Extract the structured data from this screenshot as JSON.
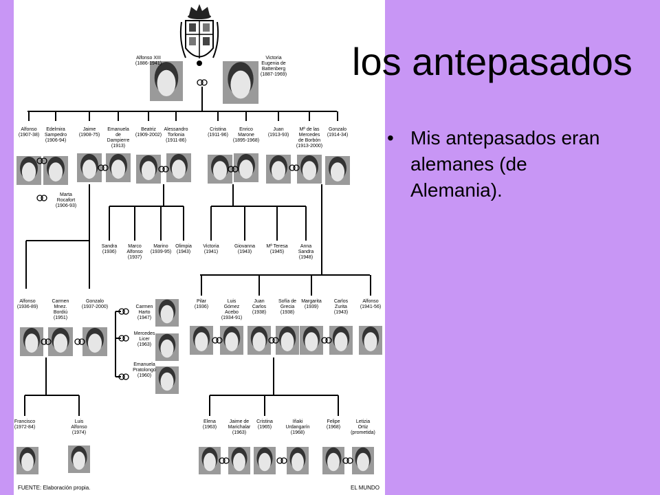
{
  "slide": {
    "title": "los antepasados",
    "bullet": "Mis antepasados eran alemanes (de Alemania)."
  },
  "tree": {
    "gen1": [
      {
        "name": "Alfonso XIII",
        "years": "(1886-1941)"
      },
      {
        "name": "Victoria Eugenia de Battenberg",
        "years": "(1887-1969)"
      }
    ],
    "gen2": [
      {
        "name": "Alfonso",
        "years": "(1907-38)"
      },
      {
        "name": "Edelmira Sampedro",
        "years": "(1906-94)"
      },
      {
        "name": "Jaime",
        "years": "(1908-75)"
      },
      {
        "name": "Emanuela de Dampierre",
        "years": "(1913)"
      },
      {
        "name": "Beatriz",
        "years": "(1909-2002)"
      },
      {
        "name": "Alessandro Torlonia",
        "years": "(1911-86)"
      },
      {
        "name": "Cristina",
        "years": "(1911-96)"
      },
      {
        "name": "Enrico Marone",
        "years": "(1895-1968)"
      },
      {
        "name": "Juan",
        "years": "(1913-93)"
      },
      {
        "name": "Mª de las Mercedes de Borbón",
        "years": "(1913-2000)"
      },
      {
        "name": "Gonzalo",
        "years": "(1914-34)"
      }
    ],
    "marta": {
      "name": "Marta Rocafort",
      "years": "(1906-93)"
    },
    "gen3_mid": [
      {
        "name": "Sandra",
        "years": "(1936)"
      },
      {
        "name": "Marco Alfonso",
        "years": "(1937)"
      },
      {
        "name": "Marino",
        "years": "(1939-95)"
      },
      {
        "name": "Olimpia",
        "years": "(1943)"
      },
      {
        "name": "Victoria",
        "years": "(1941)"
      },
      {
        "name": "Giovanna",
        "years": "(1943)"
      },
      {
        "name": "Mª Teresa",
        "years": "(1945)"
      },
      {
        "name": "Anna Sandra",
        "years": "(1948)"
      }
    ],
    "gen3_left": [
      {
        "name": "Alfonso",
        "years": "(1936-89)"
      },
      {
        "name": "Carmen Mnez. Bordiú",
        "years": "(1951)"
      },
      {
        "name": "Gonzalo",
        "years": "(1937-2000)"
      }
    ],
    "gonzalo_spouses": [
      {
        "name": "Carmen Harto",
        "years": "(1947)"
      },
      {
        "name": "Mercedes Licer",
        "years": "(1963)"
      },
      {
        "name": "Emanuela Pratolongo",
        "years": "(1960)"
      }
    ],
    "gen3_right": [
      {
        "name": "Pilar",
        "years": "(1936)"
      },
      {
        "name": "Luis Gómez Acebo",
        "years": "(1934-91)"
      },
      {
        "name": "Juan Carlos",
        "years": "(1938)"
      },
      {
        "name": "Sofía de Grecia",
        "years": "(1938)"
      },
      {
        "name": "Margarita",
        "years": "(1939)"
      },
      {
        "name": "Carlos Zurita",
        "years": "(1943)"
      },
      {
        "name": "Alfonso",
        "years": "(1941-56)"
      }
    ],
    "gen4_left": [
      {
        "name": "Francisco",
        "years": "(1972-84)"
      },
      {
        "name": "Luis Alfonso",
        "years": "(1974)"
      }
    ],
    "gen4_right": [
      {
        "name": "Elena",
        "years": "(1963)"
      },
      {
        "name": "Jaime de Marichalar",
        "years": "(1963)"
      },
      {
        "name": "Cristina",
        "years": "(1965)"
      },
      {
        "name": "Iñaki Urdangarín",
        "years": "(1968)"
      },
      {
        "name": "Felipe",
        "years": "(1968)"
      },
      {
        "name": "Letizia Ortiz",
        "years": "(prometida)"
      }
    ],
    "source": "FUENTE: Elaboración propia.",
    "newspaper": "EL MUNDO"
  }
}
